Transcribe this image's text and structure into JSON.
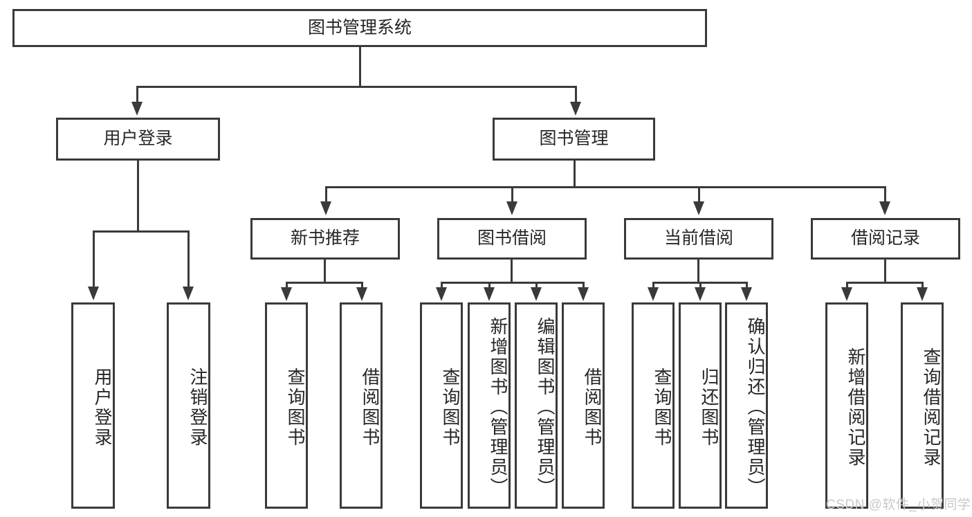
{
  "diagram": {
    "title": "图书管理系统",
    "type": "functional-structure-tree",
    "root": {
      "label": "图书管理系统"
    },
    "level2": [
      {
        "label": "用户登录"
      },
      {
        "label": "图书管理"
      }
    ],
    "level3": [
      {
        "label": "新书推荐"
      },
      {
        "label": "图书借阅"
      },
      {
        "label": "当前借阅"
      },
      {
        "label": "借阅记录"
      }
    ],
    "leaves": {
      "user_login": [
        {
          "label": "用户登录"
        },
        {
          "label": "注销登录"
        }
      ],
      "new_book_recommend": [
        {
          "label": "查询图书"
        },
        {
          "label": "借阅图书"
        }
      ],
      "book_borrow": [
        {
          "label": "查询图书"
        },
        {
          "label": "新增图书（管理员）"
        },
        {
          "label": "编辑图书（管理员）"
        },
        {
          "label": "借阅图书"
        }
      ],
      "current_borrow": [
        {
          "label": "查询图书"
        },
        {
          "label": "归还图书"
        },
        {
          "label": "确认归还（管理员）"
        }
      ],
      "borrow_record": [
        {
          "label": "新增借阅记录"
        },
        {
          "label": "查询借阅记录"
        }
      ]
    }
  },
  "watermark": {
    "text": "CSDN @软件_小贺同学"
  },
  "colors": {
    "stroke": "#3a3a3a",
    "text": "#262626",
    "background": "#ffffff",
    "watermark": "#c9c9c9"
  }
}
